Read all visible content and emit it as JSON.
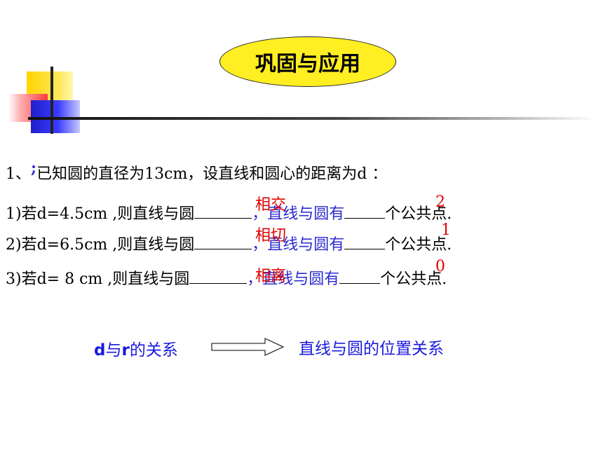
{
  "title": "巩固与应用",
  "intro": {
    "prefix": "1、",
    "mark": ";",
    "text": "已知圆的直径为13cm，设直线和圆心的距离为d ："
  },
  "items": [
    {
      "prefix": "1)若d=4.5cm ,则直线与圆",
      "relation": "相交",
      "middle": "，直线与圆有",
      "count": "2",
      "suffix": "个公共点."
    },
    {
      "prefix": "2)若d=6.5cm ,则直线与圆",
      "relation": "相切",
      "middle": "，直线与圆有",
      "count": "1",
      "suffix": "个公共点."
    },
    {
      "prefix": "3)若d= 8 cm ,则直线与圆",
      "relation": "相离",
      "middle": "，直线与圆有",
      "count": "0",
      "suffix": "个公共点."
    }
  ],
  "relation_left": {
    "d": "d",
    "yu": "与",
    "r": "r",
    "rest": "的关系"
  },
  "relation_right": "直线与圆的位置关系",
  "colors": {
    "answer": "#e00000",
    "relation": "#1a1ae0",
    "oval": "#ffee22"
  }
}
